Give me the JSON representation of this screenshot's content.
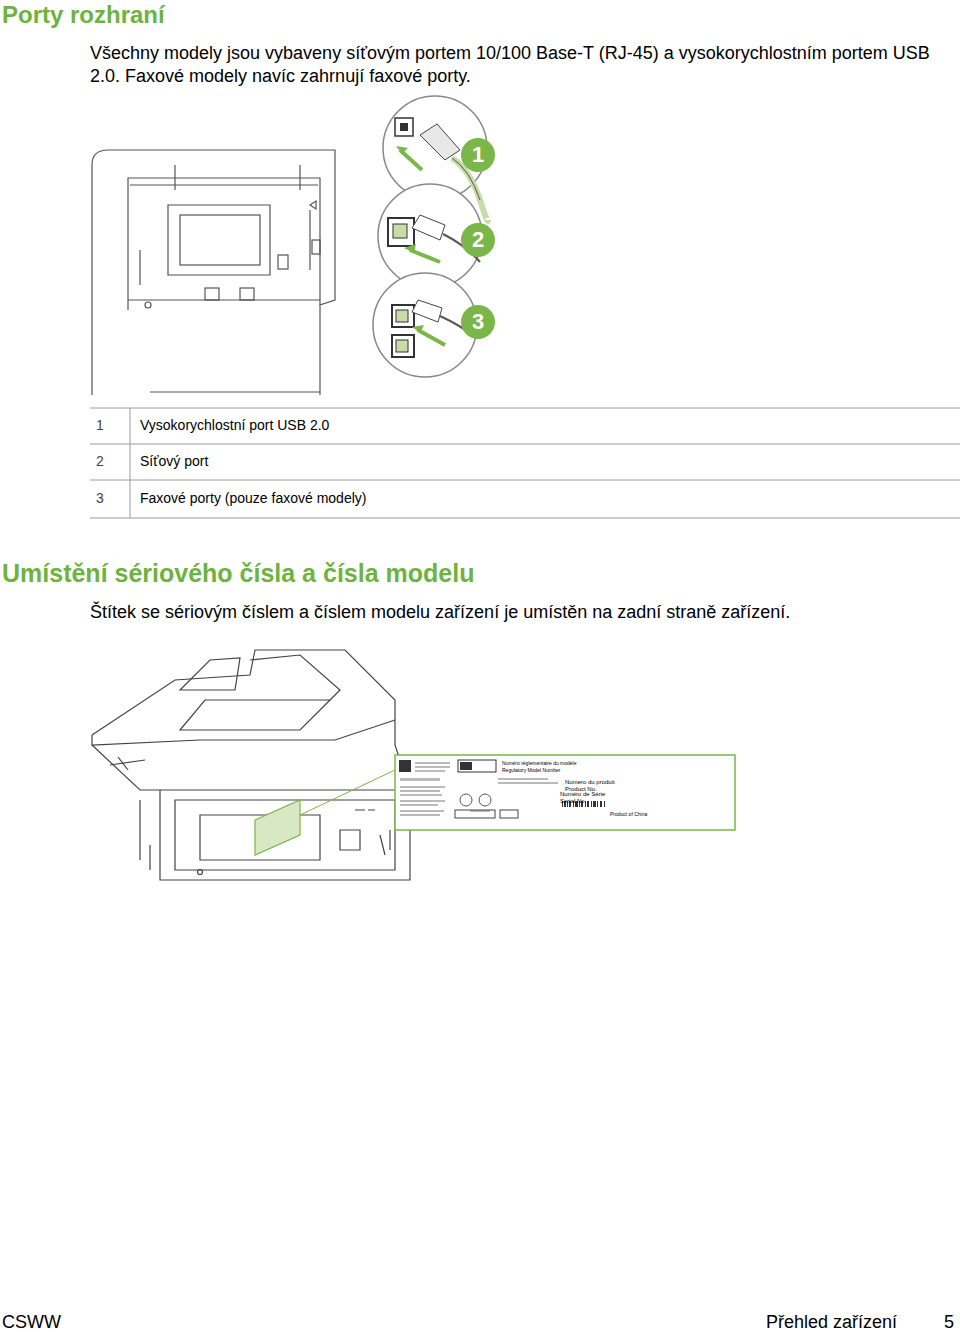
{
  "diagram": {
    "title": "Porty rozhraní",
    "nodes": [
      {
        "text": [
          "1"
        ]
      },
      {
        "text": [
          "2"
        ]
      },
      {
        "text": [
          "3"
        ]
      }
    ],
    "labels": [
      "Všechny modely jsou vybaveny síťovým portem 10/100 Base-T (RJ-45) a vysokorychlostním portem USB 2.0. Faxové modely navíc zahrnují faxové porty.",
      "1",
      "Vysokorychlostní port USB 2.0",
      "2",
      "Síťový port",
      "3",
      "Faxové porty (pouze faxové modely)",
      "Umístění sériového čísla a čísla modelu",
      "Štítek se sériovým číslem a číslem modelu zařízení je umístěn na zadní straně zařízení.",
      "Numéro réglementaire du modèle",
      "Regulatory Model Number",
      "Numero du produit",
      "Product No.",
      "Numéro de Série",
      "Serial No.",
      "Product of China",
      "CSWW",
      "Přehled zařízení",
      "5"
    ]
  }
}
